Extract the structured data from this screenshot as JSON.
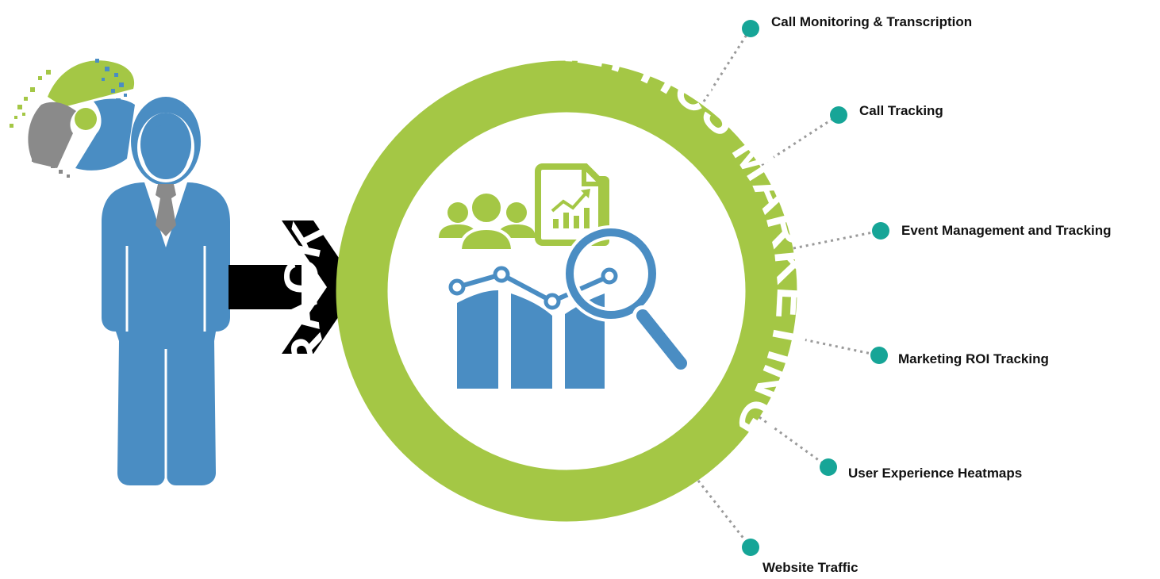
{
  "ring": {
    "label": "TRACKING AND ANALYTICS MARKETING"
  },
  "features": [
    {
      "label": "Call Monitoring & Transcription"
    },
    {
      "label": "Call Tracking"
    },
    {
      "label": "Event Management and Tracking"
    },
    {
      "label": "Marketing ROI Tracking"
    },
    {
      "label": "User Experience Heatmaps"
    },
    {
      "label": "Website Traffic"
    }
  ],
  "colors": {
    "green": "#a4c745",
    "blue": "#4a8dc3",
    "gray": "#8a8a8a",
    "teal": "#16a597",
    "dots": "#9a9a9a",
    "arrow": "#000000",
    "text": "#111111"
  },
  "icons": {
    "logo": "pixel-p-logo-icon",
    "person": "businessman-icon",
    "arrow": "chevron-arrow-icon",
    "users": "users-group-icon",
    "report": "report-document-icon",
    "chart": "bar-line-chart-icon",
    "magnifier": "magnifying-glass-icon"
  }
}
